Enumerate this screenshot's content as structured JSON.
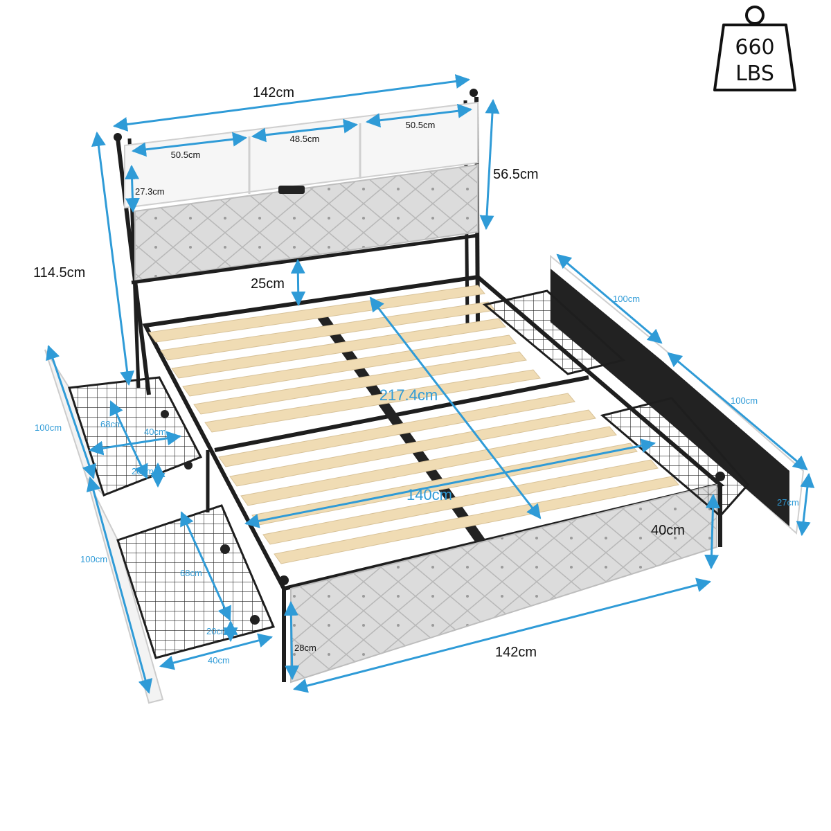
{
  "weight_badge": {
    "line1": "660",
    "line2": "LBS"
  },
  "dimensions": {
    "headboard_width": "142cm",
    "shelf_left": "50.5cm",
    "shelf_middle": "48.5cm",
    "shelf_right": "50.5cm",
    "shelf_height": "27.3cm",
    "headboard_height": "56.5cm",
    "total_height": "114.5cm",
    "under_clearance": "25cm",
    "diagonal": "217.4cm",
    "inner_width": "140cm",
    "footboard_height": "40cm",
    "footboard_width": "142cm",
    "footboard_panel_height": "28cm",
    "drawer_left_top_front": "100cm",
    "drawer_left_top_depth": "68cm",
    "drawer_left_top_width": "40cm",
    "drawer_left_top_height": "20cm",
    "drawer_left_bottom_front": "100cm",
    "drawer_left_bottom_depth": "68cm",
    "drawer_left_bottom_width": "40cm",
    "drawer_left_bottom_height": "20cm",
    "drawer_right_back": "100cm",
    "drawer_right_front": "100cm",
    "drawer_right_height": "27cm"
  },
  "colors": {
    "dimension_line": "#2f9bd7",
    "frame": "#1e1e1e",
    "slat": "#f0dcb4",
    "upholstery": "#dcdcdc",
    "shelf": "#f6f6f6"
  }
}
